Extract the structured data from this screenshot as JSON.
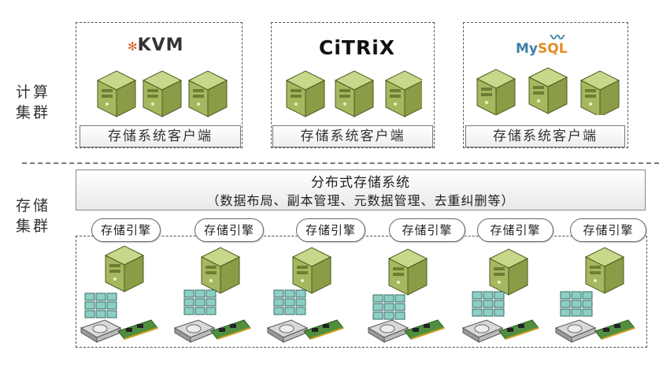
{
  "left_labels": {
    "compute": [
      "计算",
      "集群"
    ],
    "storage": [
      "存储",
      "集群"
    ]
  },
  "compute_clusters": [
    {
      "logo": "KVM",
      "client_label": "存储系统客户端"
    },
    {
      "logo": "CiTRiX",
      "client_label": "存储系统客户端"
    },
    {
      "logo_parts": [
        "My",
        "SQL"
      ],
      "client_label": "存储系统客户端"
    }
  ],
  "storage_system": {
    "title": "分布式存储系统",
    "subtitle": "（数据布局、副本管理、元数据管理、去重纠删等）"
  },
  "storage_engines": [
    "存储引擎",
    "存储引擎",
    "存储引擎",
    "存储引擎",
    "存储引擎",
    "存储引擎"
  ],
  "icons": {
    "server": "server-icon",
    "memory": "memory-grid-icon",
    "disk": "hard-disk-icon",
    "card": "storage-card-icon"
  },
  "colors": {
    "server_body": "#a6b85f",
    "server_dark": "#6d7d35",
    "memory_cell": "#8ccfc4"
  }
}
